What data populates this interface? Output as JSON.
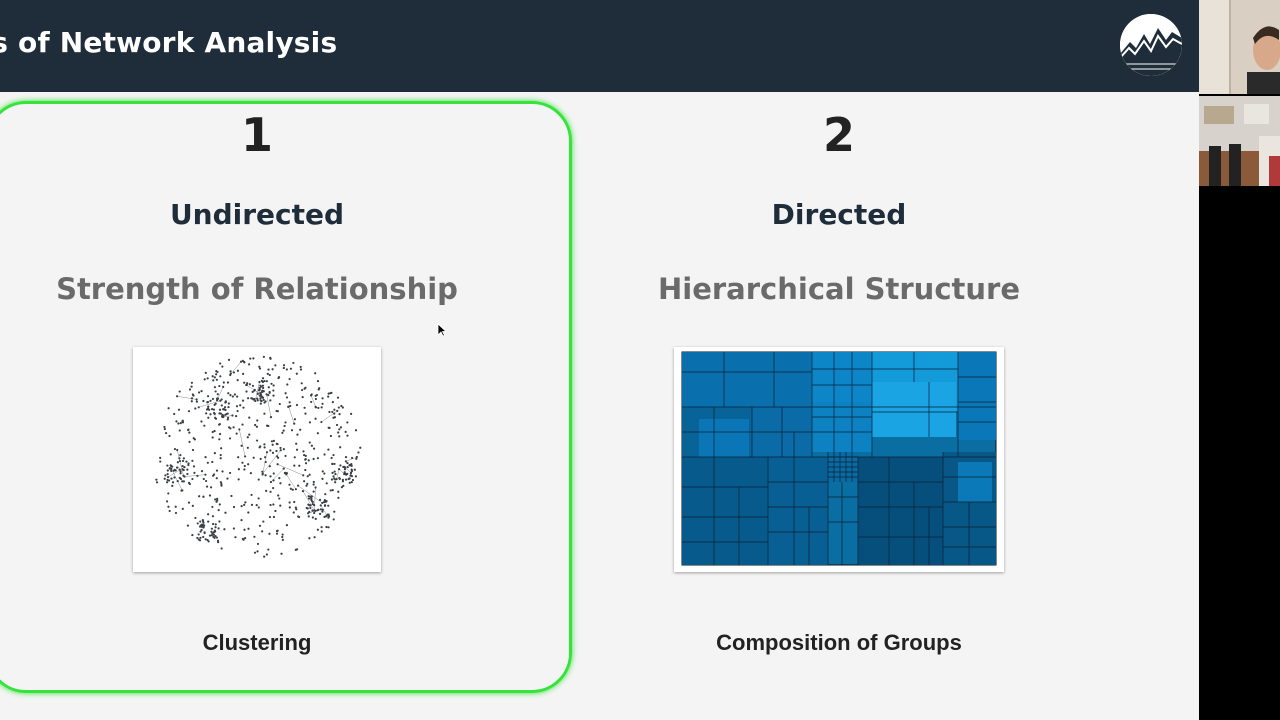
{
  "header": {
    "title": "es of Network Analysis",
    "logo_icon": "mountain-chart-logo"
  },
  "columns": [
    {
      "number": "1",
      "type": "Undirected",
      "subtitle": "Strength of Relationship",
      "image": "network-graph",
      "caption": "Clustering"
    },
    {
      "number": "2",
      "type": "Directed",
      "subtitle": "Hierarchical Structure",
      "image": "treemap",
      "caption": "Composition of Groups"
    }
  ],
  "colors": {
    "header": "#1f2d3a",
    "highlight": "#35e33b",
    "slide_bg": "#f4f4f4",
    "treemap": "#0a6fa8"
  },
  "participants": [
    {
      "video": "participant-video-1"
    },
    {
      "video": "participant-video-2"
    }
  ]
}
